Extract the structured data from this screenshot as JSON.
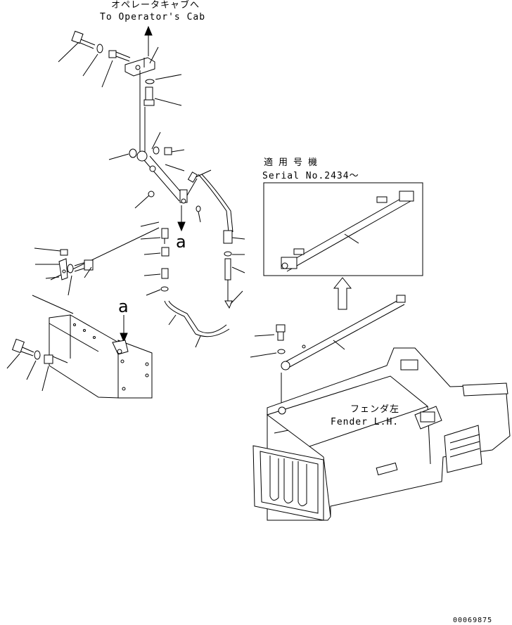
{
  "cab_note": {
    "japanese": "オペレータキャブへ",
    "english": "To Operator's Cab"
  },
  "serial_note": {
    "japanese": "適用号機",
    "english": "Serial No.2434～"
  },
  "fender_label": {
    "japanese": "フェンダ左",
    "english": "Fender L.H."
  },
  "view_marks": {
    "upper": "a",
    "lower": "a"
  },
  "drawing_number": "00069875",
  "icons": [
    "arrow-up-icon",
    "arrow-down-icon",
    "hollow-arrow-up-icon"
  ]
}
